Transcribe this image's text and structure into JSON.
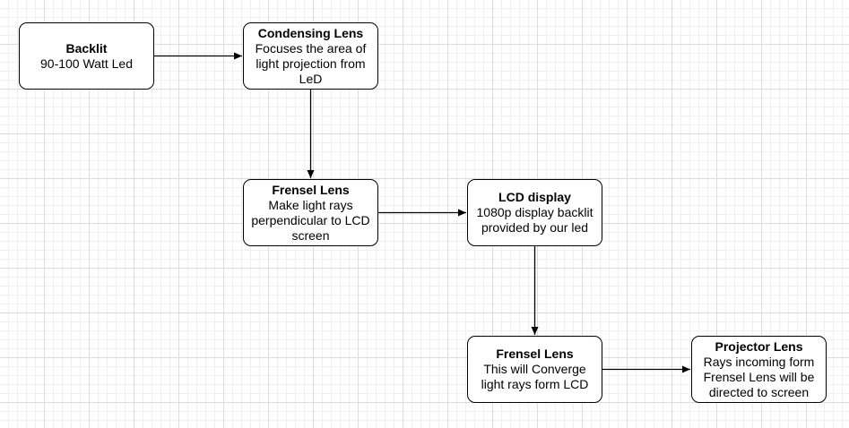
{
  "nodes": {
    "backlit": {
      "title": "Backlit",
      "desc": "90-100 Watt Led"
    },
    "condensing": {
      "title": "Condensing Lens",
      "desc": "Focuses the area of light projection from LeD"
    },
    "frensel1": {
      "title": "Frensel Lens",
      "desc": "Make light rays perpendicular to LCD screen"
    },
    "lcd": {
      "title": "LCD display",
      "desc": "1080p display backlit provided by our led"
    },
    "frensel2": {
      "title": "Frensel Lens",
      "desc": "This will Converge light rays form LCD"
    },
    "projector": {
      "title": "Projector Lens",
      "desc": "Rays incoming form Frensel Lens will be directed to screen"
    }
  },
  "colors": {
    "stroke": "#000000",
    "node_fill": "#ffffff",
    "grid": "#dcdcdc"
  }
}
